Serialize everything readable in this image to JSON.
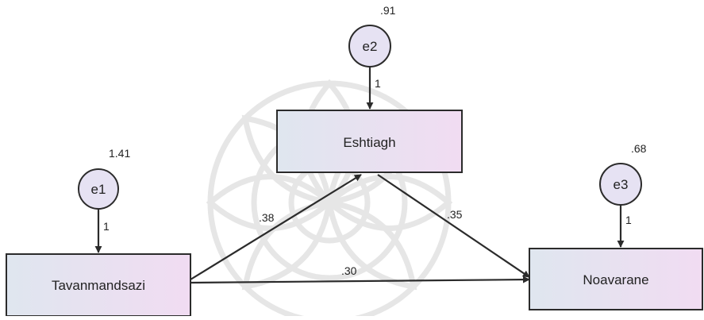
{
  "observed": {
    "eshtiagh": "Eshtiagh",
    "tavanmandsazi": "Tavanmandsazi",
    "noavarane": "Noavarane"
  },
  "errors": {
    "e1": {
      "label": "e1",
      "variance": "1.41",
      "loading": "1"
    },
    "e2": {
      "label": "e2",
      "variance": ".91",
      "loading": "1"
    },
    "e3": {
      "label": "e3",
      "variance": ".68",
      "loading": "1"
    }
  },
  "paths": {
    "tav_to_esh": ".38",
    "esh_to_noa": ".35",
    "tav_to_noa": ".30"
  },
  "colors": {
    "box_left": "#dfe6ef",
    "box_right": "#f1dcf2",
    "circle_fill": "#e6e2f3",
    "stroke": "#2b2b2b",
    "watermark": "#e2e2e2"
  }
}
